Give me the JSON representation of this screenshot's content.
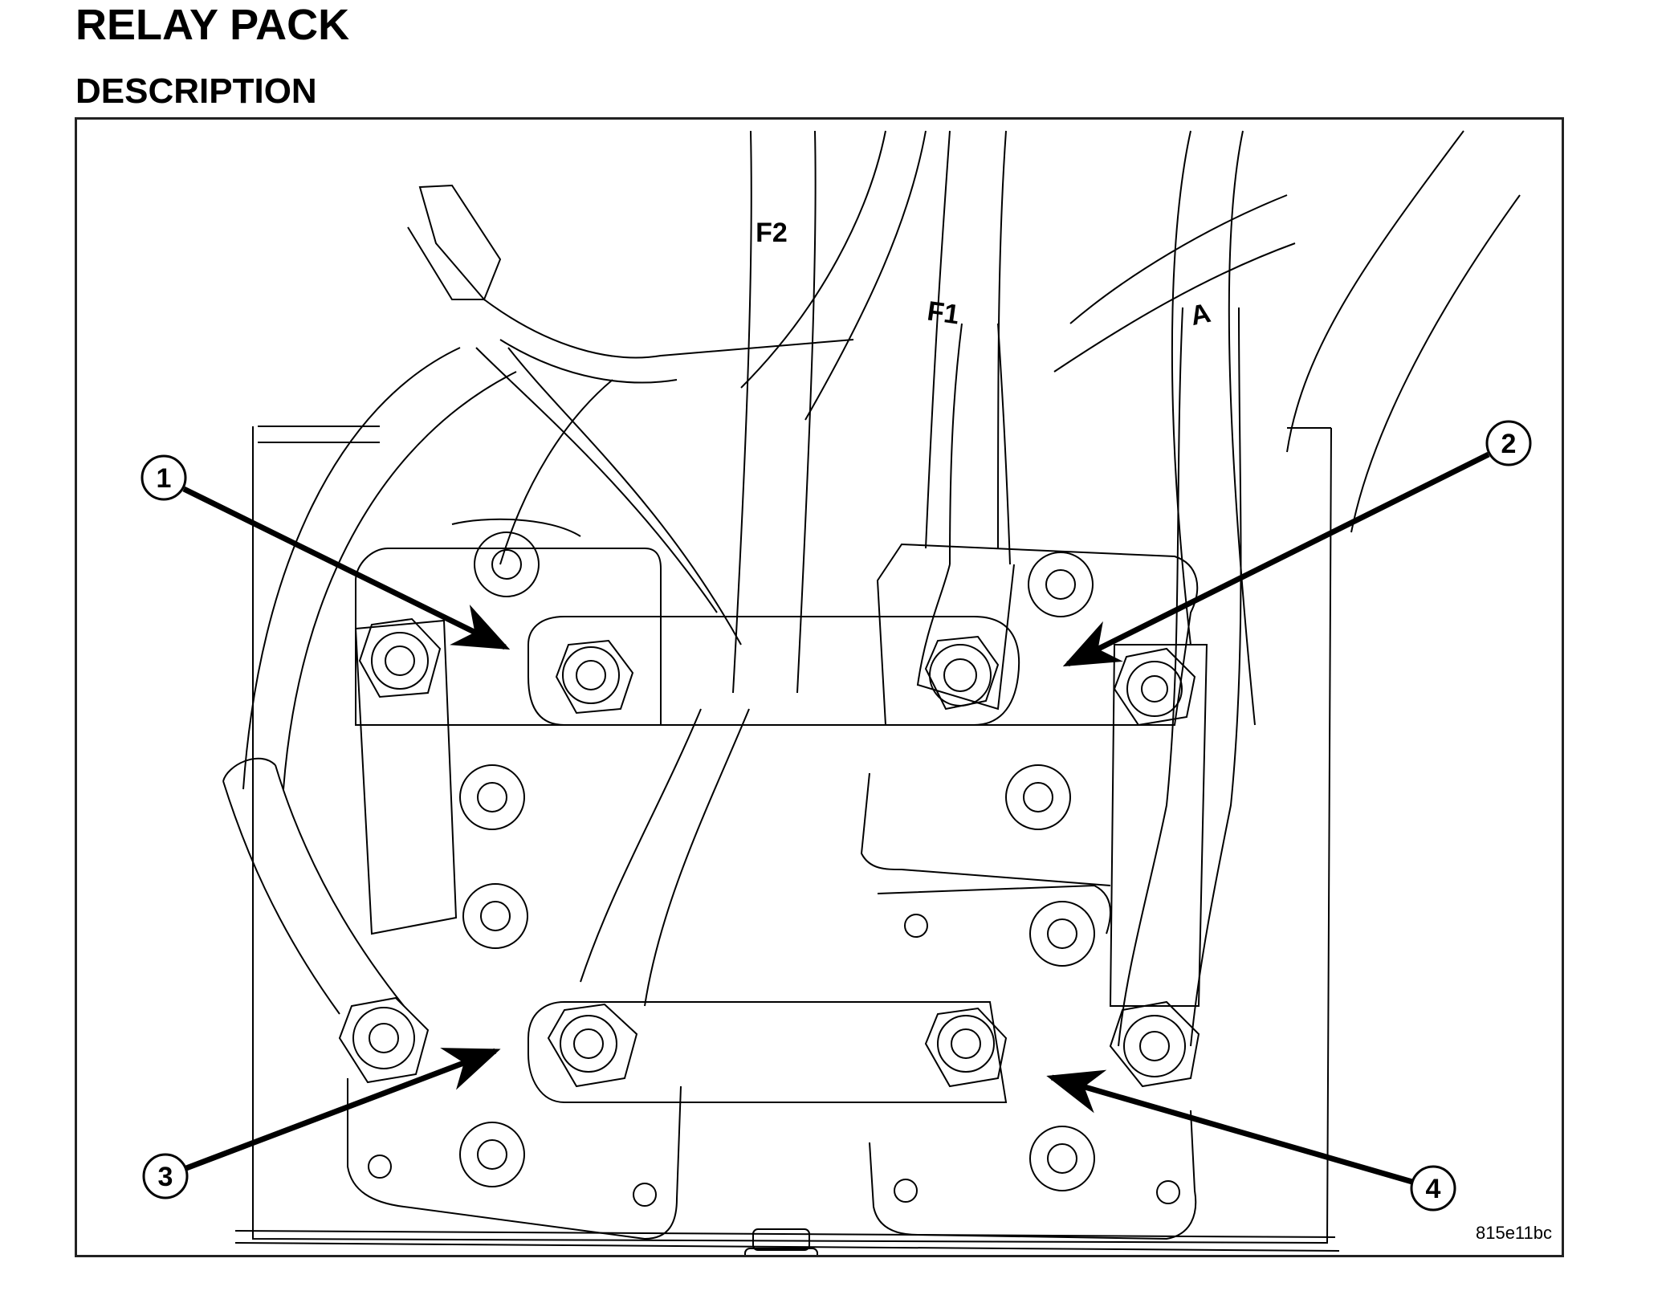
{
  "page": {
    "title": "RELAY PACK",
    "section": "DESCRIPTION"
  },
  "figure": {
    "id": "815e11bc",
    "cable_labels": [
      {
        "text": "F2",
        "name": "cable-label-f2"
      },
      {
        "text": "F1",
        "name": "cable-label-f1"
      },
      {
        "text": "A",
        "name": "cable-label-a"
      }
    ],
    "callouts": [
      {
        "number": "1"
      },
      {
        "number": "2"
      },
      {
        "number": "3"
      },
      {
        "number": "4"
      }
    ]
  }
}
